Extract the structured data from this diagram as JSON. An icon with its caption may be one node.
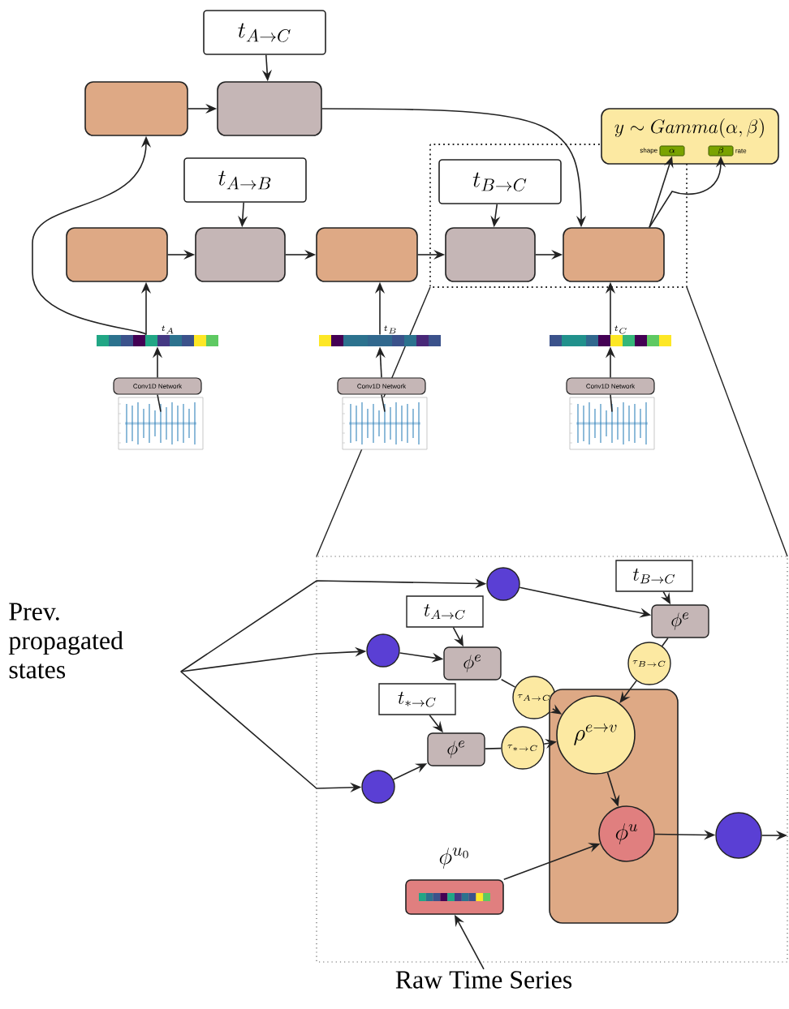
{
  "diagram": {
    "nodes": [
      {
        "text": [
          "t_{A\\to C}"
        ]
      },
      {
        "text": [],
        "shape": "box"
      },
      {
        "text": [],
        "shape": "box"
      },
      {
        "text": [
          "t_{A\\to B}"
        ]
      },
      {
        "text": [],
        "shape": "box"
      },
      {
        "text": [],
        "shape": "box"
      },
      {
        "text": [],
        "shape": "box"
      },
      {
        "text": [
          "t_{B\\to C}"
        ]
      },
      {
        "text": [],
        "shape": "box"
      },
      {
        "text": [],
        "shape": "box"
      },
      {
        "text": [
          "y\\sim Gamma(\\alpha,\\beta)"
        ]
      },
      {
        "text": [
          "\\alpha"
        ],
        "in": 10,
        "beside": [
          "shape"
        ]
      },
      {
        "text": [
          "\\beta"
        ],
        "in": 10,
        "beside": [
          "rate"
        ]
      },
      {
        "text": [],
        "shape": "bar",
        "beside": [
          "t_A"
        ]
      },
      {
        "text": [],
        "shape": "bar",
        "beside": [
          "t_B"
        ]
      },
      {
        "text": [],
        "shape": "bar",
        "beside": [
          "t_C"
        ]
      },
      {
        "text": [
          "Conv1D Network"
        ]
      },
      {
        "text": [
          "Conv1D Network"
        ]
      },
      {
        "text": [
          "Conv1D Network"
        ]
      },
      {
        "text": [],
        "shape": "picture"
      },
      {
        "text": [],
        "shape": "picture"
      },
      {
        "text": [],
        "shape": "picture"
      },
      {
        "text": [
          "Prev. propagated states"
        ]
      },
      {
        "text": [],
        "shape": "circle"
      },
      {
        "text": [],
        "shape": "circle"
      },
      {
        "text": [],
        "shape": "circle"
      },
      {
        "text": [
          "t_{B\\to C}"
        ]
      },
      {
        "text": [
          "\\phi^e"
        ]
      },
      {
        "text": [
          "t_{A\\to C}"
        ]
      },
      {
        "text": [
          "\\phi^e"
        ]
      },
      {
        "text": [
          "t_{*\\to C}"
        ]
      },
      {
        "text": [
          "\\phi^e"
        ]
      },
      {
        "text": [
          "\\tau_{B\\to C}"
        ]
      },
      {
        "text": [
          "\\tau_{A\\to C}"
        ]
      },
      {
        "text": [
          "\\tau_{*\\to C}"
        ]
      },
      {
        "text": [],
        "shape": "box"
      },
      {
        "text": [
          "\\rho^{e\\to v}"
        ],
        "in": 35
      },
      {
        "text": [
          "\\phi^u"
        ],
        "in": 35
      },
      {
        "text": [],
        "shape": "circle"
      },
      {
        "text": [
          "\\phi^{u_0}"
        ]
      },
      {
        "text": [
          "Raw Time Series"
        ]
      }
    ],
    "edges": [
      {
        "from": 0,
        "to": 2,
        "arrow": "to"
      },
      {
        "from": 1,
        "to": 2,
        "arrow": "to"
      },
      {
        "from": 2,
        "to": 9,
        "arrow": "to"
      },
      {
        "from": 13,
        "to": 4,
        "arrow": "to"
      },
      {
        "from": 13,
        "to": 1,
        "arrow": "to"
      },
      {
        "from": 3,
        "to": 5,
        "arrow": "to"
      },
      {
        "from": 4,
        "to": 5,
        "arrow": "to"
      },
      {
        "from": 5,
        "to": 6,
        "arrow": "to"
      },
      {
        "from": 6,
        "to": 8,
        "arrow": "to"
      },
      {
        "from": 7,
        "to": 8,
        "arrow": "to"
      },
      {
        "from": 8,
        "to": 9,
        "arrow": "to"
      },
      {
        "from": 14,
        "to": 6,
        "arrow": "to"
      },
      {
        "from": 15,
        "to": 9,
        "arrow": "to"
      },
      {
        "from": 9,
        "to": 11,
        "arrow": "to"
      },
      {
        "from": 9,
        "to": 12,
        "arrow": "to"
      },
      {
        "from": 16,
        "to": 13,
        "arrow": "to"
      },
      {
        "from": 17,
        "to": 14,
        "arrow": "to"
      },
      {
        "from": 18,
        "to": 15,
        "arrow": "to"
      },
      {
        "from": 19,
        "to": 16,
        "arrow": "none"
      },
      {
        "from": 20,
        "to": 17,
        "arrow": "none"
      },
      {
        "from": 21,
        "to": 18,
        "arrow": "none"
      },
      {
        "from": 22,
        "to": 23,
        "arrow": "to"
      },
      {
        "from": 22,
        "to": 24,
        "arrow": "to"
      },
      {
        "from": 22,
        "to": 25,
        "arrow": "to"
      },
      {
        "from": 23,
        "to": 27,
        "arrow": "to"
      },
      {
        "from": 24,
        "to": 29,
        "arrow": "to"
      },
      {
        "from": 25,
        "to": 31,
        "arrow": "to"
      },
      {
        "from": 26,
        "to": 27,
        "arrow": "to"
      },
      {
        "from": 28,
        "to": 29,
        "arrow": "to"
      },
      {
        "from": 30,
        "to": 31,
        "arrow": "to"
      },
      {
        "from": 27,
        "to": 32,
        "arrow": "none"
      },
      {
        "from": 29,
        "to": 33,
        "arrow": "none"
      },
      {
        "from": 31,
        "to": 34,
        "arrow": "none"
      },
      {
        "from": 32,
        "to": 36,
        "arrow": "to"
      },
      {
        "from": 33,
        "to": 36,
        "arrow": "to"
      },
      {
        "from": 34,
        "to": 36,
        "arrow": "to"
      },
      {
        "from": 36,
        "to": 37,
        "arrow": "to"
      },
      {
        "from": 37,
        "to": 38,
        "arrow": "to"
      },
      {
        "from": 39,
        "to": 37,
        "arrow": "to"
      },
      {
        "from": 40,
        "to": 39,
        "arrow": "to"
      },
      {
        "from": 38,
        "to": null,
        "arrow": "to"
      }
    ]
  }
}
